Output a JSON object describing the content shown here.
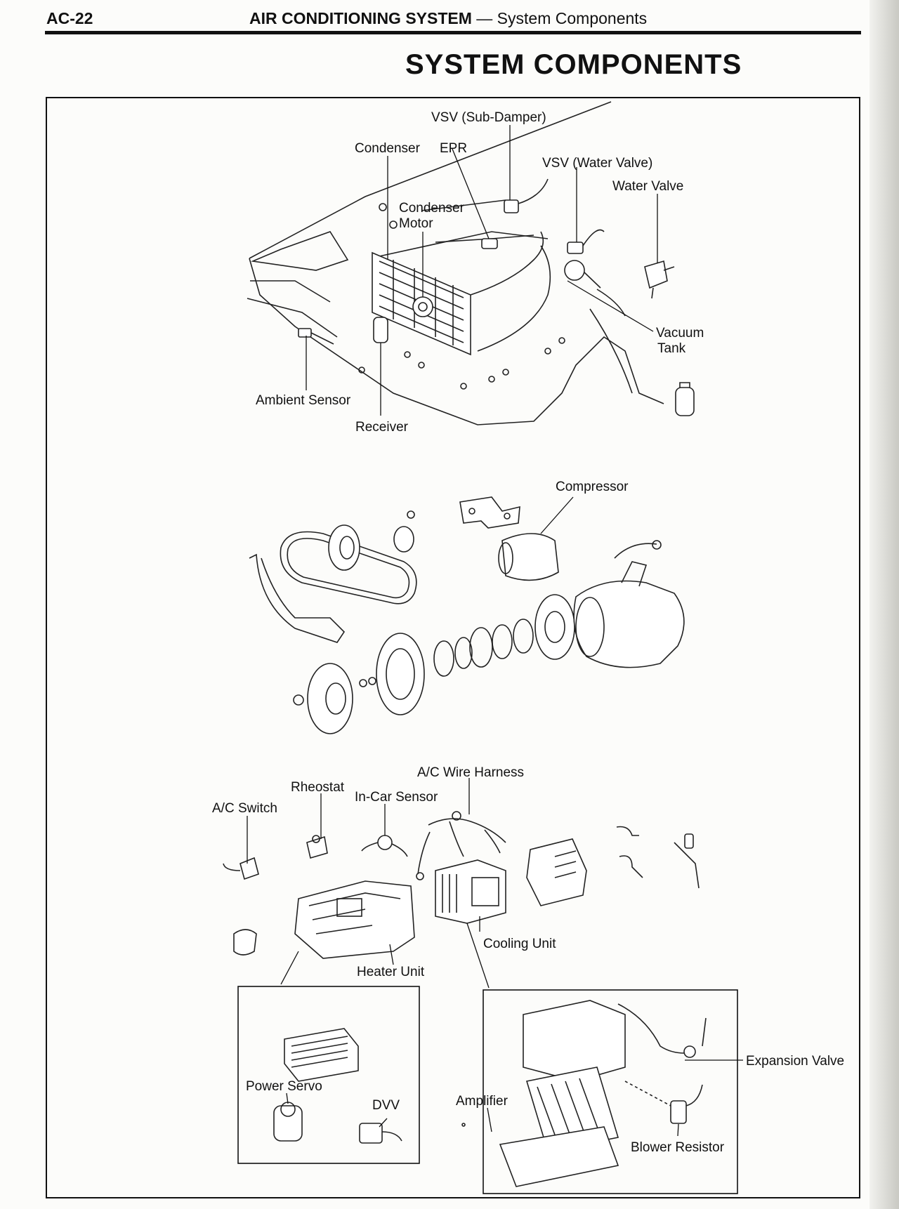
{
  "header": {
    "page_number": "AC-22",
    "section_title": "AIR CONDITIONING SYSTEM",
    "section_subtitle": "— System Components"
  },
  "title": "SYSTEM COMPONENTS",
  "labels": {
    "vsv_sub_damper": "VSV (Sub-Damper)",
    "condenser": "Condenser",
    "epr": "EPR",
    "vsv_water_valve": "VSV (Water Valve)",
    "water_valve": "Water Valve",
    "condenser_motor_1": "Condenser",
    "condenser_motor_2": "Motor",
    "vacuum_tank_1": "Vacuum",
    "vacuum_tank_2": "Tank",
    "ambient_sensor": "Ambient Sensor",
    "receiver": "Receiver",
    "compressor": "Compressor",
    "ac_wire_harness": "A/C Wire Harness",
    "rheostat": "Rheostat",
    "in_car_sensor": "In-Car Sensor",
    "ac_switch": "A/C Switch",
    "cooling_unit": "Cooling Unit",
    "heater_unit": "Heater Unit",
    "expansion_valve": "Expansion Valve",
    "power_servo": "Power Servo",
    "dvv": "DVV",
    "amplifier": "Amplifier",
    "blower_resistor": "Blower Resistor"
  }
}
